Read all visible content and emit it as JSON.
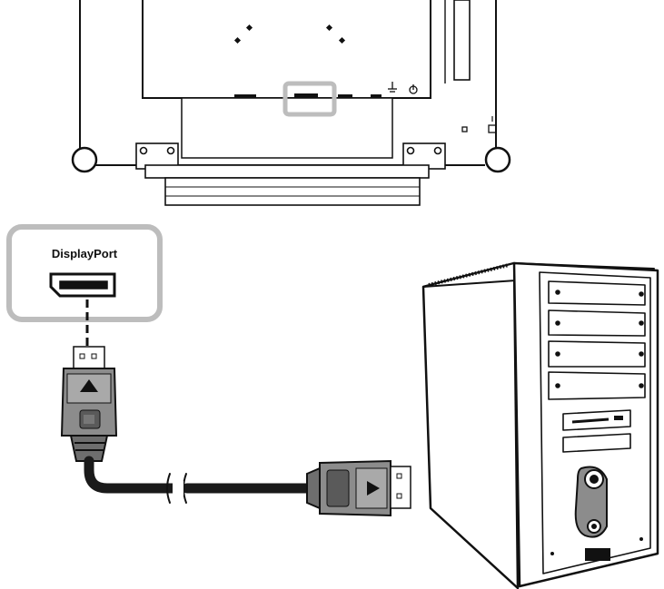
{
  "callout": {
    "port_label": "DisplayPort"
  },
  "colors": {
    "line": "#111111",
    "highlight": "#bdbdbd",
    "panel_fill": "#f2f2f2",
    "connector_gray": "#8c8c8c",
    "cable": "#1a1a1a"
  },
  "icons": [
    "monitor-rear-view",
    "displayport-socket-icon",
    "displayport-plug",
    "desktop-tower-pc",
    "ground-symbol-icon",
    "power-symbol-icon"
  ]
}
